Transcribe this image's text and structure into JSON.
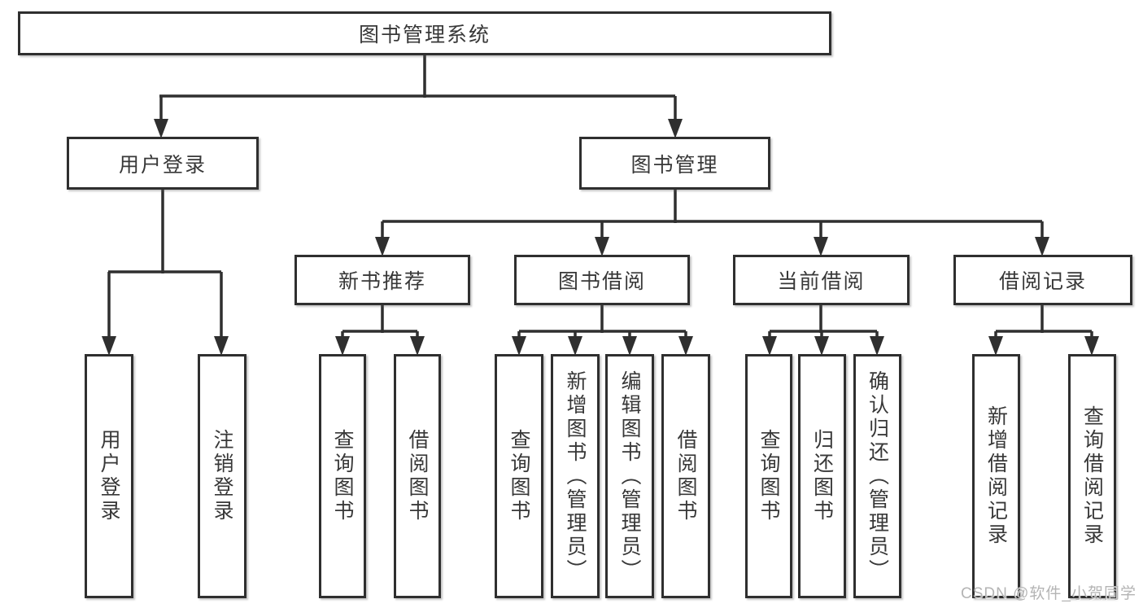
{
  "nodes": {
    "root": "图书管理系统",
    "user_login": "用户登录",
    "book_management": "图书管理",
    "new_book_recommend": "新书推荐",
    "book_borrowing": "图书借阅",
    "current_borrowing": "当前借阅",
    "borrowing_records": "借阅记录",
    "ul_user_login": "用户登录",
    "ul_logout": "注销登录",
    "nb_query_books": "查询图书",
    "nb_borrow_books": "借阅图书",
    "bb_query_books": "查询图书",
    "bb_add_books_admin": "新增图书（管理员）",
    "bb_edit_books_admin": "编辑图书（管理员）",
    "bb_borrow_books": "借阅图书",
    "cb_query_books": "查询图书",
    "cb_return_books": "归还图书",
    "cb_confirm_return_admin": "确认归还（管理员）",
    "br_add_record": "新增借阅记录",
    "br_query_record": "查询借阅记录"
  },
  "hierarchy": {
    "图书管理系统": [
      "用户登录",
      "图书管理"
    ],
    "用户登录": [
      "用户登录",
      "注销登录"
    ],
    "图书管理": [
      "新书推荐",
      "图书借阅",
      "当前借阅",
      "借阅记录"
    ],
    "新书推荐": [
      "查询图书",
      "借阅图书"
    ],
    "图书借阅": [
      "查询图书",
      "新增图书（管理员）",
      "编辑图书（管理员）",
      "借阅图书"
    ],
    "当前借阅": [
      "查询图书",
      "归还图书",
      "确认归还（管理员）"
    ],
    "借阅记录": [
      "新增借阅记录",
      "查询借阅记录"
    ]
  },
  "watermark": {
    "text": "CSDN @软件_小贺同学"
  },
  "colors": {
    "line": "#2f2f2f",
    "text": "#383838",
    "box_background": "#ffffff",
    "page_background": "#ffffff",
    "watermark": "#b4b4b4"
  }
}
